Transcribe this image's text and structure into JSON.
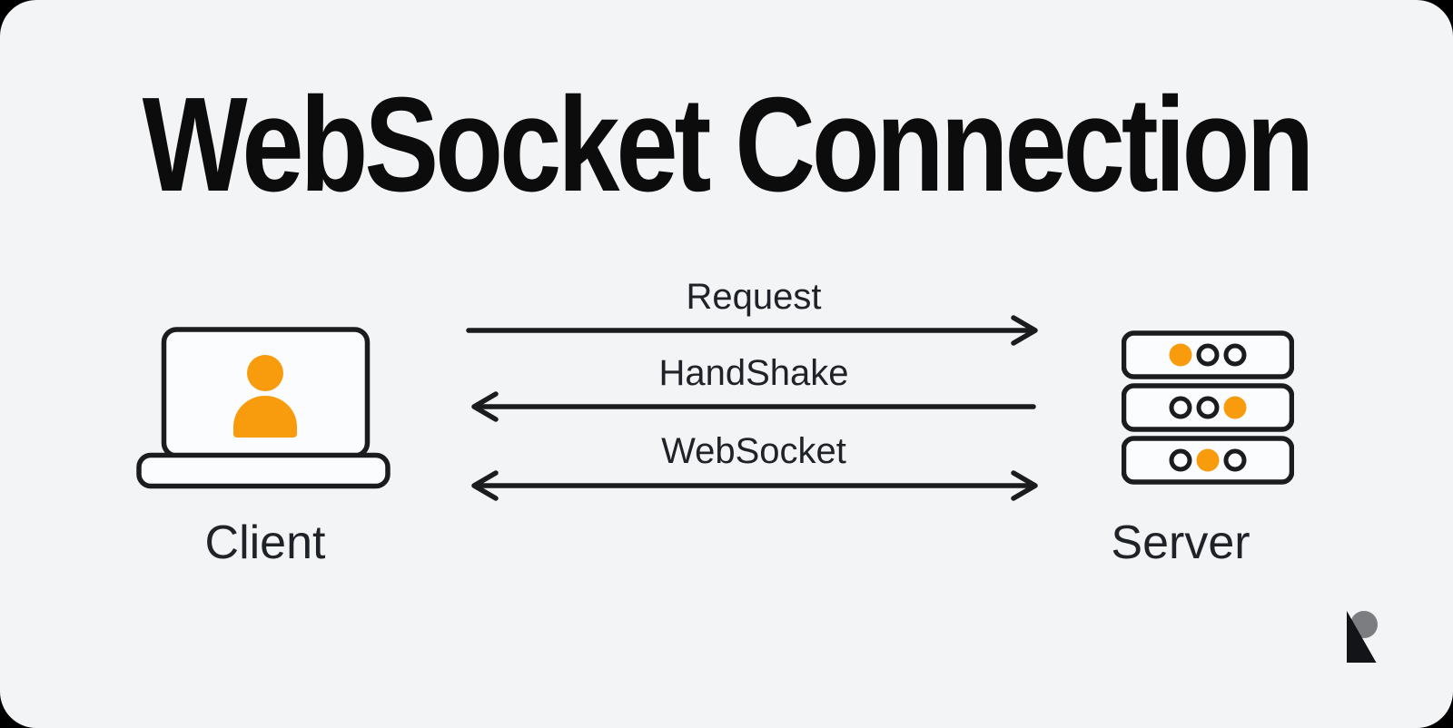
{
  "title": "WebSocket Connection",
  "nodes": {
    "client": {
      "label": "Client",
      "icon": "laptop-user-icon"
    },
    "server": {
      "label": "Server",
      "icon": "server-stack-icon",
      "rack_lights": [
        [
          "on",
          "off",
          "off"
        ],
        [
          "off",
          "off",
          "on"
        ],
        [
          "off",
          "on",
          "off"
        ]
      ]
    }
  },
  "messages": [
    {
      "label": "Request",
      "from": "Client",
      "to": "Server",
      "direction": "right"
    },
    {
      "label": "HandShake",
      "from": "Server",
      "to": "Client",
      "direction": "left"
    },
    {
      "label": "WebSocket",
      "from": "Client",
      "to": "Server",
      "direction": "both"
    }
  ],
  "branding": {
    "logo_icon": "r-mark-icon"
  },
  "colors": {
    "accent": "#F89C0D",
    "ink": "#1B1C1E",
    "card": "#F3F4F6",
    "outer": "#000000",
    "panel": "#FBFCFD",
    "title": "#0C0C0D",
    "label": "#1F2227",
    "logoGray": "#7C7D80",
    "logoBlack": "#131418"
  }
}
